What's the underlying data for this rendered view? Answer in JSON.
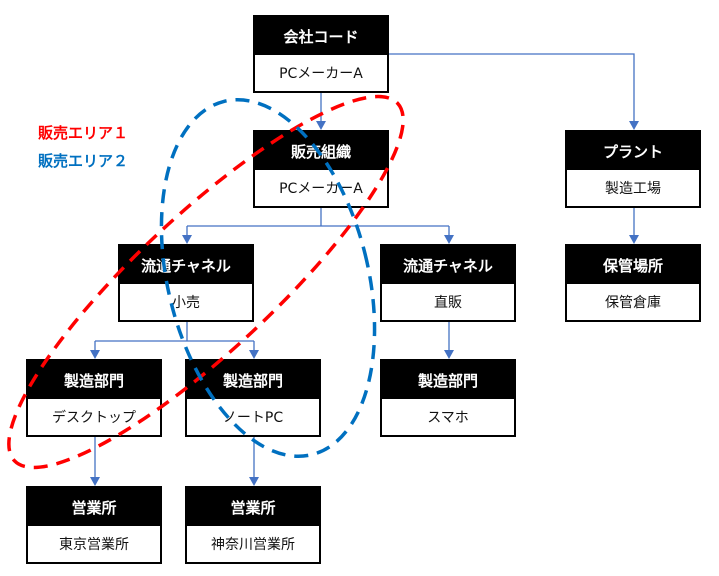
{
  "colors": {
    "connector": "#4472c4",
    "area1": "#ff0000",
    "area2": "#0070c0"
  },
  "legend": {
    "area1": "販売エリア１",
    "area2": "販売エリア２"
  },
  "nodes": {
    "company": {
      "header": "会社コード",
      "value": "PCメーカーA"
    },
    "salesorg": {
      "header": "販売組織",
      "value": "PCメーカーA"
    },
    "plant": {
      "header": "プラント",
      "value": "製造工場"
    },
    "storage": {
      "header": "保管場所",
      "value": "保管倉庫"
    },
    "channel1": {
      "header": "流通チャネル",
      "value": "小売"
    },
    "channel2": {
      "header": "流通チャネル",
      "value": "直販"
    },
    "div1": {
      "header": "製造部門",
      "value": "デスクトップ"
    },
    "div2": {
      "header": "製造部門",
      "value": "ノートPC"
    },
    "div3": {
      "header": "製造部門",
      "value": "スマホ"
    },
    "office1": {
      "header": "営業所",
      "value": "東京営業所"
    },
    "office2": {
      "header": "営業所",
      "value": "神奈川営業所"
    }
  },
  "edges": [
    [
      "company",
      "salesorg"
    ],
    [
      "company",
      "plant"
    ],
    [
      "plant",
      "storage"
    ],
    [
      "salesorg",
      "channel1"
    ],
    [
      "salesorg",
      "channel2"
    ],
    [
      "channel1",
      "div1"
    ],
    [
      "channel1",
      "div2"
    ],
    [
      "channel2",
      "div3"
    ],
    [
      "div1",
      "office1"
    ],
    [
      "div2",
      "office2"
    ]
  ],
  "areas": [
    {
      "name": "販売エリア１",
      "members": [
        "salesorg",
        "channel1",
        "div1"
      ]
    },
    {
      "name": "販売エリア２",
      "members": [
        "salesorg",
        "channel1",
        "div2"
      ]
    }
  ]
}
